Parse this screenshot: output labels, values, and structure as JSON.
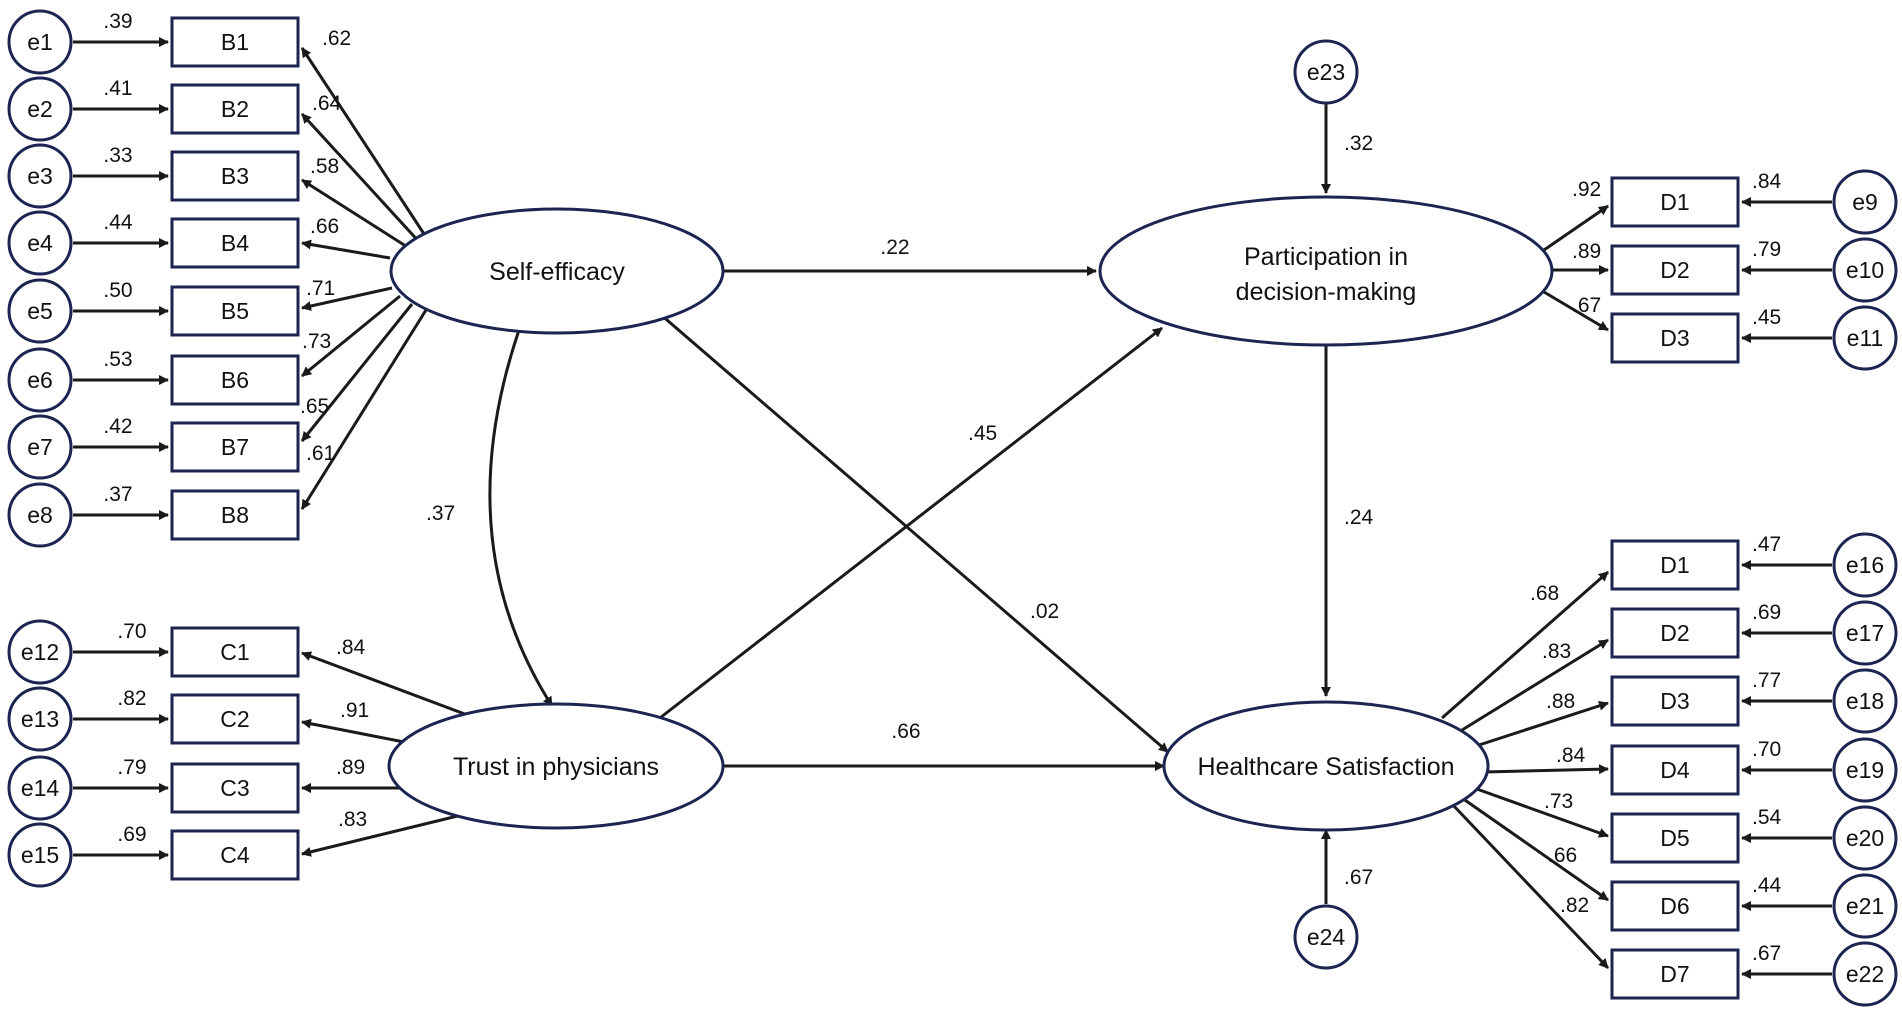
{
  "latents": {
    "self_efficacy": "Self-efficacy",
    "trust": "Trust in physicians",
    "participation_line1": "Participation in",
    "participation_line2": "decision-making",
    "satisfaction": "Healthcare Satisfaction"
  },
  "self_efficacy_items": [
    {
      "error": "e1",
      "item": "B1",
      "error_coef": ".39",
      "loading": ".62"
    },
    {
      "error": "e2",
      "item": "B2",
      "error_coef": ".41",
      "loading": ".64"
    },
    {
      "error": "e3",
      "item": "B3",
      "error_coef": ".33",
      "loading": ".58"
    },
    {
      "error": "e4",
      "item": "B4",
      "error_coef": ".44",
      "loading": ".66"
    },
    {
      "error": "e5",
      "item": "B5",
      "error_coef": ".50",
      "loading": ".71"
    },
    {
      "error": "e6",
      "item": "B6",
      "error_coef": ".53",
      "loading": ".73"
    },
    {
      "error": "e7",
      "item": "B7",
      "error_coef": ".42",
      "loading": ".65"
    },
    {
      "error": "e8",
      "item": "B8",
      "error_coef": ".37",
      "loading": ".61"
    }
  ],
  "trust_items": [
    {
      "error": "e12",
      "item": "C1",
      "error_coef": ".70",
      "loading": ".84"
    },
    {
      "error": "e13",
      "item": "C2",
      "error_coef": ".82",
      "loading": ".91"
    },
    {
      "error": "e14",
      "item": "C3",
      "error_coef": ".79",
      "loading": ".89"
    },
    {
      "error": "e15",
      "item": "C4",
      "error_coef": ".69",
      "loading": ".83"
    }
  ],
  "participation_items": [
    {
      "error": "e9",
      "item": "D1",
      "error_coef": ".84",
      "loading": ".92"
    },
    {
      "error": "e10",
      "item": "D2",
      "error_coef": ".79",
      "loading": ".89"
    },
    {
      "error": "e11",
      "item": "D3",
      "error_coef": ".45",
      "loading": ".67"
    }
  ],
  "satisfaction_items": [
    {
      "error": "e16",
      "item": "D1",
      "error_coef": ".47",
      "loading": ".68"
    },
    {
      "error": "e17",
      "item": "D2",
      "error_coef": ".69",
      "loading": ".83"
    },
    {
      "error": "e18",
      "item": "D3",
      "error_coef": ".77",
      "loading": ".88"
    },
    {
      "error": "e19",
      "item": "D4",
      "error_coef": ".70",
      "loading": ".84"
    },
    {
      "error": "e20",
      "item": "D5",
      "error_coef": ".54",
      "loading": ".73"
    },
    {
      "error": "e21",
      "item": "D6",
      "error_coef": ".44",
      "loading": ".66"
    },
    {
      "error": "e22",
      "item": "D7",
      "error_coef": ".67",
      "loading": ".82"
    }
  ],
  "disturbances": {
    "participation": {
      "error": "e23",
      "coef": ".32"
    },
    "satisfaction": {
      "error": "e24",
      "coef": ".67"
    }
  },
  "structural_paths": {
    "self_efficacy_to_participation": ".22",
    "self_efficacy_to_satisfaction": ".02",
    "trust_to_participation": ".45",
    "trust_to_satisfaction": ".66",
    "participation_to_satisfaction": ".24",
    "self_efficacy_trust_covariance": ".37"
  }
}
